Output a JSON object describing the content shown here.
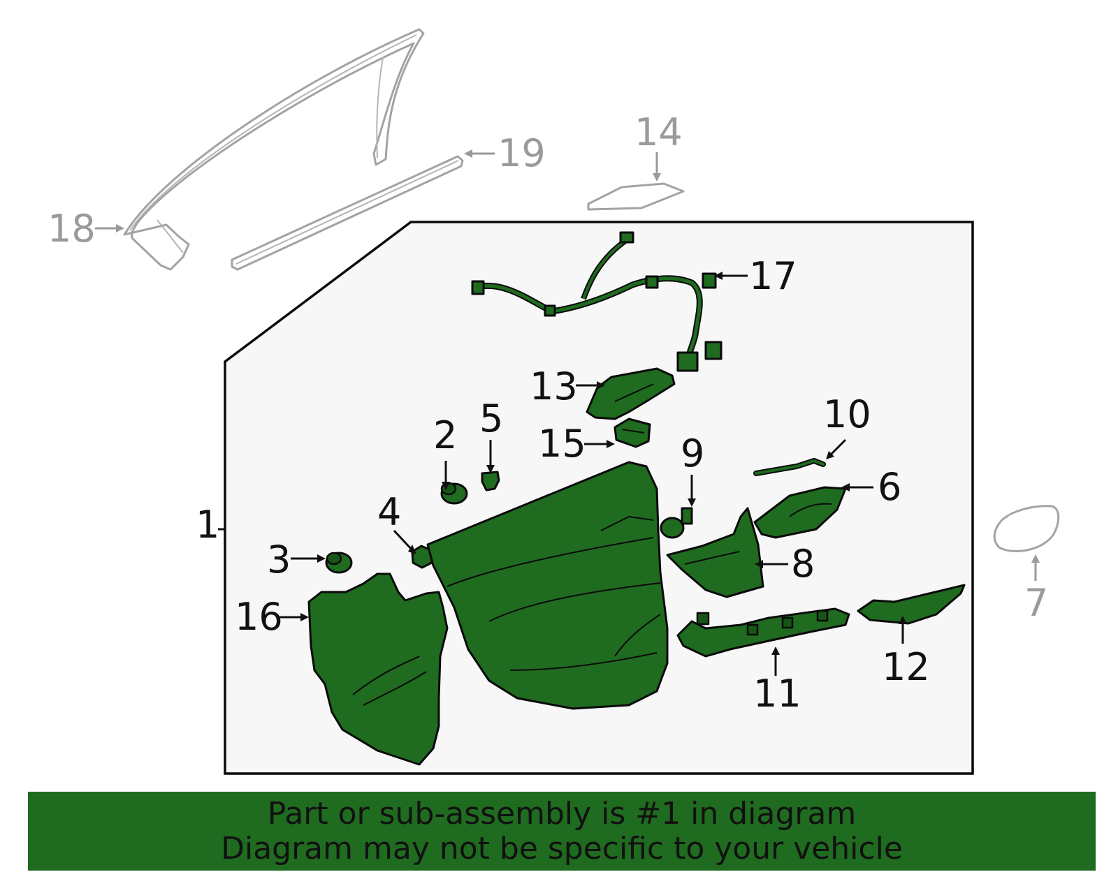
{
  "callouts": {
    "c1": "1",
    "c2": "2",
    "c3": "3",
    "c4": "4",
    "c5": "5",
    "c6": "6",
    "c7": "7",
    "c8": "8",
    "c9": "9",
    "c10": "10",
    "c11": "11",
    "c12": "12",
    "c13": "13",
    "c14": "14",
    "c15": "15",
    "c16": "16",
    "c17": "17",
    "c18": "18",
    "c19": "19"
  },
  "banner": {
    "line1": "Part or sub-assembly is #1 in diagram",
    "line2": "Diagram may not be specific to your vehicle"
  },
  "colors": {
    "highlight": "#1f6b1f",
    "assembly_box_fill": "#f7f7f7",
    "ghost_part": "#a3a3a3"
  }
}
